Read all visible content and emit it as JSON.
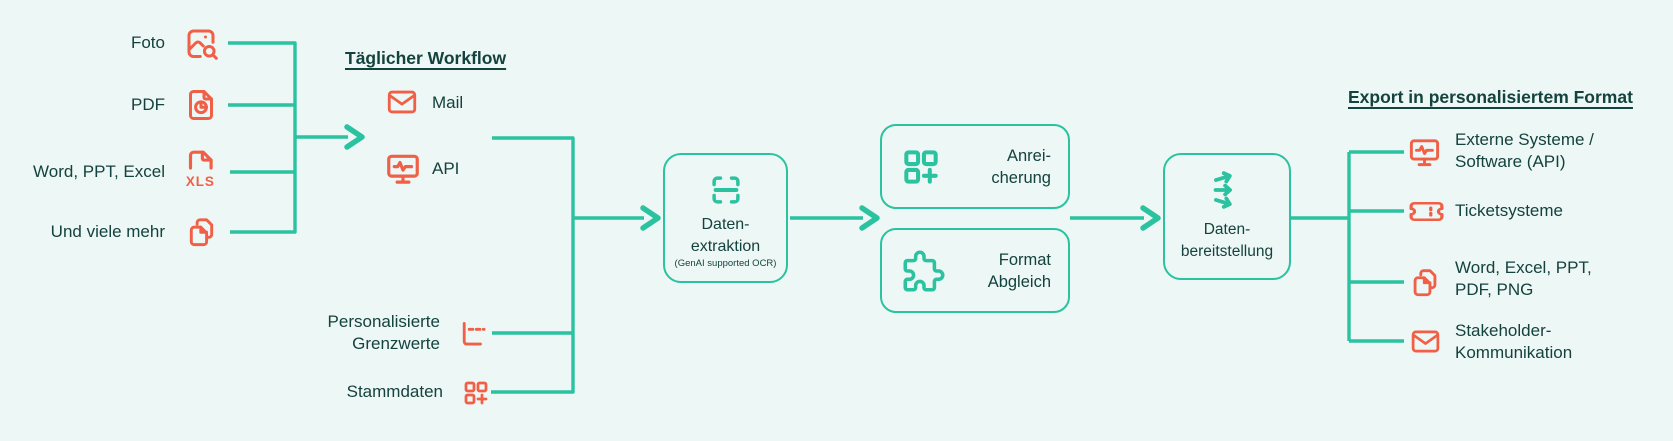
{
  "colors": {
    "background": "#EDF7F5",
    "teal_accent": "#2BC2A0",
    "red_accent": "#F15F46",
    "text_dark": "#14423E"
  },
  "sources": {
    "items": [
      {
        "label": "Foto",
        "icon": "photo-search-icon"
      },
      {
        "label": "PDF",
        "icon": "file-chart-icon"
      },
      {
        "label": "Word, PPT, Excel",
        "icon": "xls-file-icon",
        "icon_text": "XLS"
      },
      {
        "label": "Und viele mehr",
        "icon": "documents-icon"
      }
    ]
  },
  "daily_workflow": {
    "heading": "Täglicher Workflow",
    "items": [
      {
        "label": "Mail",
        "icon": "envelope-icon"
      },
      {
        "label": "API",
        "icon": "monitor-pulse-icon"
      }
    ]
  },
  "reference_inputs": {
    "limits": {
      "line1": "Personalisierte",
      "line2": "Grenzwerte",
      "icon": "threshold-chart-icon"
    },
    "master_data": {
      "label": "Stammdaten",
      "icon": "squares-plus-icon"
    }
  },
  "process_steps": {
    "extraction": {
      "line1": "Daten-",
      "line2": "extraktion",
      "note": "(GenAI supported OCR)",
      "icon": "scan-icon"
    },
    "enrichment": {
      "line1": "Anrei-",
      "line2": "cherung",
      "icon": "squares-plus-icon"
    },
    "format_matching": {
      "line1": "Format",
      "line2": "Abgleich",
      "icon": "puzzle-icon"
    },
    "provisioning": {
      "line1": "Daten-",
      "line2": "bereitstellung",
      "icon": "distribute-arrows-icon"
    }
  },
  "export": {
    "heading": "Export in personalisiertem Format",
    "items": [
      {
        "line1": "Externe Systeme /",
        "line2": "Software (API)",
        "icon": "monitor-pulse-icon"
      },
      {
        "line1": "Ticketsysteme",
        "icon": "ticket-icon"
      },
      {
        "line1": "Word, Excel, PPT,",
        "line2": "PDF, PNG",
        "icon": "documents-icon"
      },
      {
        "line1": "Stakeholder-",
        "line2": "Kommunikation",
        "icon": "envelope-icon"
      }
    ]
  }
}
